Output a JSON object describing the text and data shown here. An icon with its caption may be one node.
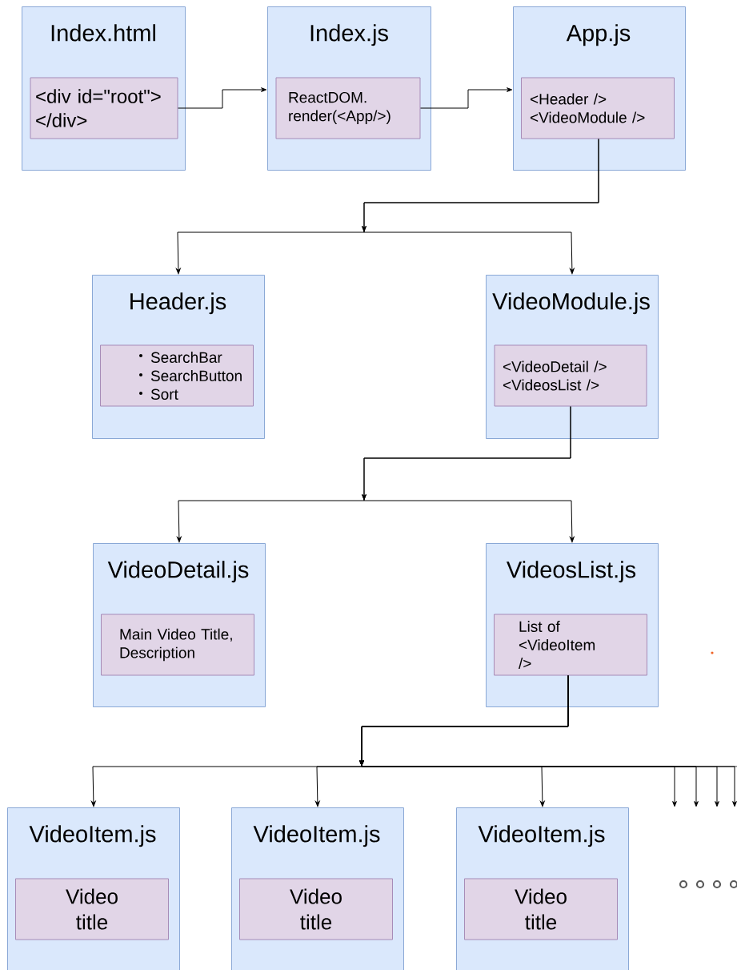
{
  "diagram": {
    "nodes": [
      {
        "text": [
          "Index.html"
        ]
      },
      {
        "text": [
          "<div id=\"root\"> </div>"
        ],
        "in": 0
      },
      {
        "text": [
          "Index.js"
        ]
      },
      {
        "text": [
          "ReactDOM. render(<App/>)"
        ],
        "in": 2
      },
      {
        "text": [
          "App.js"
        ]
      },
      {
        "text": [
          "<Header /> <VideoModule />"
        ],
        "in": 4
      },
      {
        "text": [
          "Header.js"
        ]
      },
      {
        "text": [
          "SearchBar",
          "SearchButton",
          "Sort"
        ],
        "in": 6
      },
      {
        "text": [
          "VideoModule.js"
        ]
      },
      {
        "text": [
          "<VideoDetail /> <VideosList />"
        ],
        "in": 8
      },
      {
        "text": [
          "VideoDetail.js"
        ]
      },
      {
        "text": [
          "Main Video Title, Description"
        ],
        "in": 10
      },
      {
        "text": [
          "VideosList.js"
        ]
      },
      {
        "text": [
          "List of <VideoItem />"
        ],
        "in": 12
      },
      {
        "text": [
          "VideoItem.js"
        ]
      },
      {
        "text": [
          "Video title"
        ],
        "in": 14
      },
      {
        "text": [
          "VideoItem.js"
        ]
      },
      {
        "text": [
          "Video title"
        ],
        "in": 16
      },
      {
        "text": [
          "VideoItem.js"
        ]
      },
      {
        "text": [
          "Video title"
        ],
        "in": 18
      }
    ],
    "edges": [
      {
        "from": 1,
        "to": 2,
        "arrow": "to"
      },
      {
        "from": 3,
        "to": 4,
        "arrow": "to"
      },
      {
        "from": 5,
        "to": 6,
        "arrow": "to"
      },
      {
        "from": 5,
        "to": 8,
        "arrow": "to"
      },
      {
        "from": 9,
        "to": 10,
        "arrow": "to"
      },
      {
        "from": 9,
        "to": 12,
        "arrow": "to"
      },
      {
        "from": 13,
        "to": 14,
        "arrow": "to"
      },
      {
        "from": 13,
        "to": 16,
        "arrow": "to"
      },
      {
        "from": 13,
        "to": 18,
        "arrow": "to"
      },
      {
        "from": 13,
        "to": null,
        "arrow": "to"
      },
      {
        "from": 13,
        "to": null,
        "arrow": "to"
      },
      {
        "from": 13,
        "to": null,
        "arrow": "to"
      },
      {
        "from": 13,
        "to": null,
        "arrow": "to"
      }
    ]
  }
}
